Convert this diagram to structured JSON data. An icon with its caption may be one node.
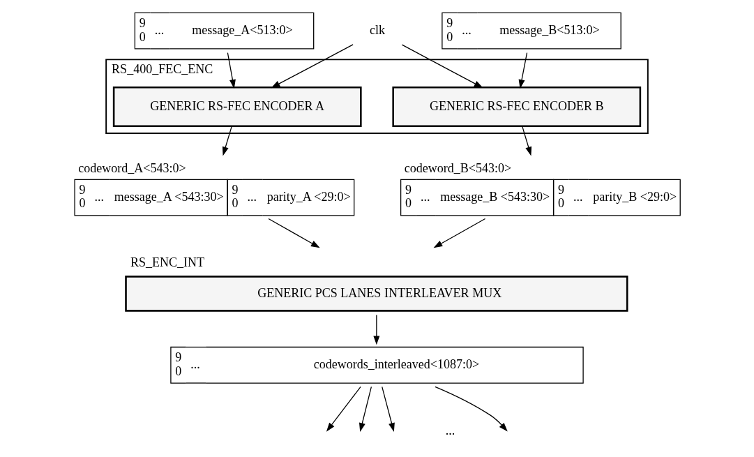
{
  "diagram": {
    "nodes": [
      {
        "text": [
          "9",
          "0",
          "...",
          "message_A<513:0>"
        ]
      },
      {
        "text": [
          "clk"
        ]
      },
      {
        "text": [
          "9",
          "0",
          "...",
          "message_B<513:0>"
        ]
      },
      {
        "text": [
          "RS_400_FEC_ENC"
        ]
      },
      {
        "text": [
          "GENERIC RS-FEC ENCODER A"
        ],
        "in": 3
      },
      {
        "text": [
          "GENERIC RS-FEC ENCODER B"
        ],
        "in": 3
      },
      {
        "text": [
          "codeword_A<543:0>",
          "9",
          "0",
          "...",
          "message_A <543:30>",
          "9",
          "0",
          "...",
          "parity_A <29:0>"
        ]
      },
      {
        "text": [
          "codeword_B<543:0>",
          "9",
          "0",
          "...",
          "message_B <543:30>",
          "9",
          "0",
          "...",
          "parity_B <29:0>"
        ]
      },
      {
        "text": [
          "RS_ENC_INT",
          "GENERIC PCS LANES INTERLEAVER MUX"
        ]
      },
      {
        "text": [
          "9",
          "0",
          "...",
          "codewords_interleaved<1087:0>"
        ]
      }
    ],
    "edges": [
      {
        "from": 0,
        "to": 4,
        "arrow": "to"
      },
      {
        "from": 1,
        "to": 4,
        "arrow": "to"
      },
      {
        "from": 1,
        "to": 5,
        "arrow": "to"
      },
      {
        "from": 2,
        "to": 5,
        "arrow": "to"
      },
      {
        "from": 4,
        "to": 6,
        "arrow": "to"
      },
      {
        "from": 5,
        "to": 7,
        "arrow": "to"
      },
      {
        "from": 6,
        "to": 8,
        "arrow": "to"
      },
      {
        "from": 7,
        "to": 8,
        "arrow": "to"
      },
      {
        "from": 8,
        "to": 9,
        "arrow": "to"
      },
      {
        "from": 9,
        "to": null,
        "arrow": "to"
      },
      {
        "from": 9,
        "to": null,
        "arrow": "to"
      },
      {
        "from": 9,
        "to": null,
        "arrow": "to"
      },
      {
        "from": 9,
        "to": null,
        "arrow": "to"
      }
    ],
    "labels": [
      "..."
    ]
  }
}
